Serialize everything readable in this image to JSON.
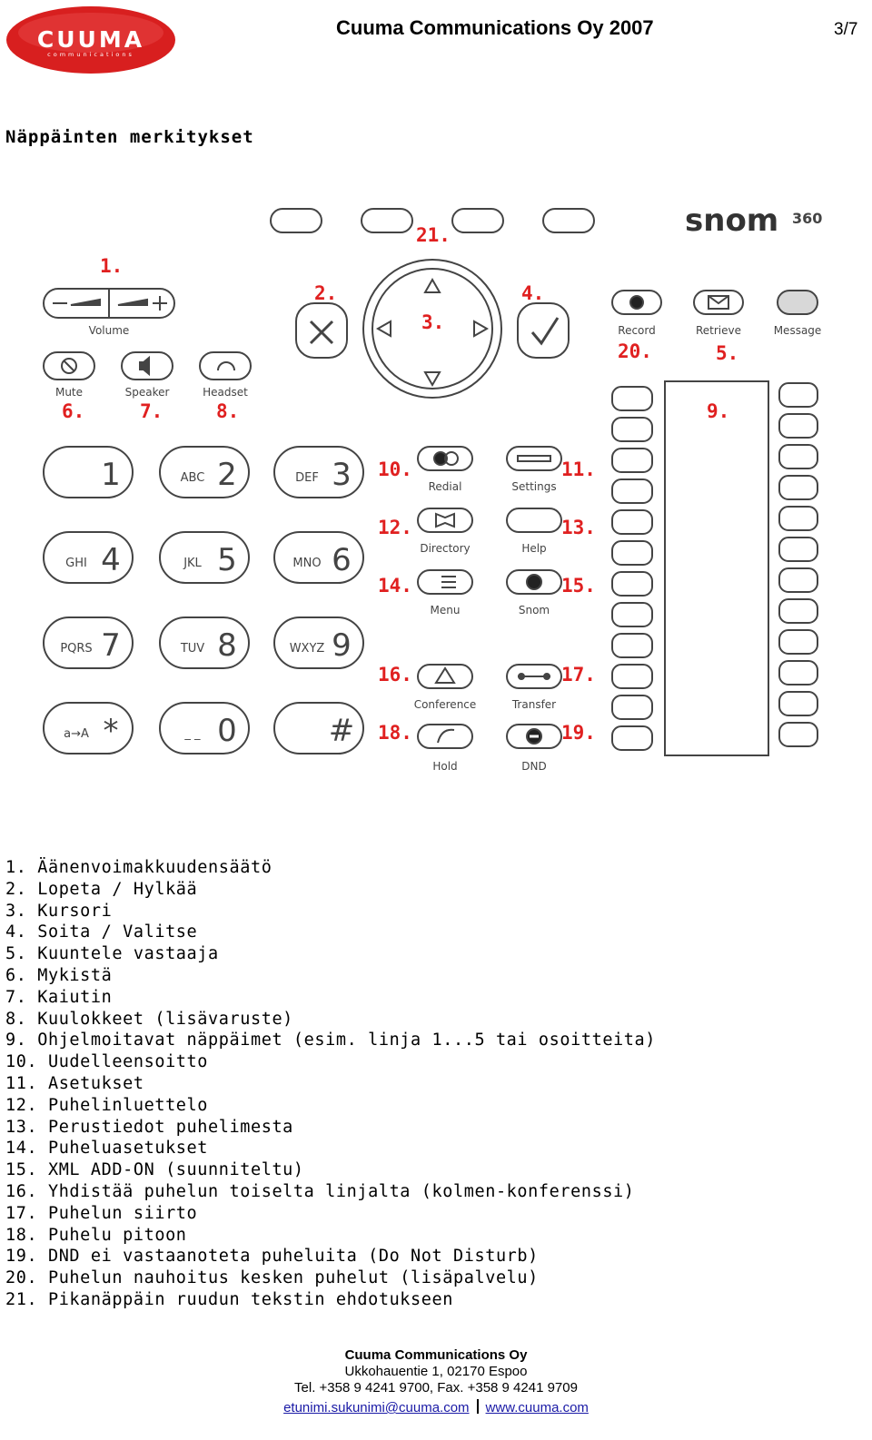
{
  "header": {
    "logo_text": "CUUMA",
    "logo_subtext": "communications",
    "title": "Cuuma Communications Oy 2007",
    "page": "3/7"
  },
  "section_heading": "Näppäinten merkitykset",
  "phone": {
    "brand": "snom",
    "model": "360",
    "key_labels": {
      "volume": "Volume",
      "mute": "Mute",
      "speaker": "Speaker",
      "headset": "Headset",
      "record": "Record",
      "retrieve": "Retrieve",
      "message": "Message",
      "redial": "Redial",
      "settings": "Settings",
      "directory": "Directory",
      "help": "Help",
      "menu": "Menu",
      "snom": "Snom",
      "conference": "Conference",
      "transfer": "Transfer",
      "hold": "Hold",
      "dnd": "DND"
    },
    "dialpad": [
      {
        "letters": "",
        "digit": "1"
      },
      {
        "letters": "ABC",
        "digit": "2"
      },
      {
        "letters": "DEF",
        "digit": "3"
      },
      {
        "letters": "GHI",
        "digit": "4"
      },
      {
        "letters": "JKL",
        "digit": "5"
      },
      {
        "letters": "MNO",
        "digit": "6"
      },
      {
        "letters": "PQRS",
        "digit": "7"
      },
      {
        "letters": "TUV",
        "digit": "8"
      },
      {
        "letters": "WXYZ",
        "digit": "9"
      },
      {
        "letters": "a→A",
        "digit": "*"
      },
      {
        "letters": "_ _",
        "digit": "0"
      },
      {
        "letters": "",
        "digit": "#"
      }
    ],
    "markers": [
      "1.",
      "2.",
      "3.",
      "4.",
      "5.",
      "6.",
      "7.",
      "8.",
      "9.",
      "10.",
      "11.",
      "12.",
      "13.",
      "14.",
      "15.",
      "16.",
      "17.",
      "18.",
      "19.",
      "20.",
      "21."
    ],
    "marker_color": "#e02020"
  },
  "legend": [
    "1. Äänenvoimakkuudensäätö",
    "2. Lopeta / Hylkää",
    "3. Kursori",
    "4. Soita / Valitse",
    "5. Kuuntele vastaaja",
    "6. Mykistä",
    "7. Kaiutin",
    "8. Kuulokkeet (lisävaruste)",
    "9. Ohjelmoitavat näppäimet (esim. linja 1...5 tai osoitteita)",
    "10. Uudelleensoitto",
    "11. Asetukset",
    "12. Puhelinluettelo",
    "13. Perustiedot puhelimesta",
    "14. Puheluasetukset",
    "15. XML ADD-ON (suunniteltu)",
    "16. Yhdistää puhelun toiselta linjalta (kolmen-konferenssi)",
    "17. Puhelun siirto",
    "18. Puhelu pitoon",
    "19. DND ei vastaanoteta puheluita (Do Not Disturb)",
    "20. Puhelun nauhoitus kesken puhelut (lisäpalvelu)",
    "21. Pikanäppäin ruudun tekstin ehdotukseen"
  ],
  "footer": {
    "company": "Cuuma Communications Oy",
    "address": "Ukkohauentie 1, 02170 Espoo",
    "phone": "Tel. +358 9 4241 9700, Fax. +358 9 4241 9709",
    "email": "etunimi.sukunimi@cuuma.com",
    "web": "www.cuuma.com"
  }
}
